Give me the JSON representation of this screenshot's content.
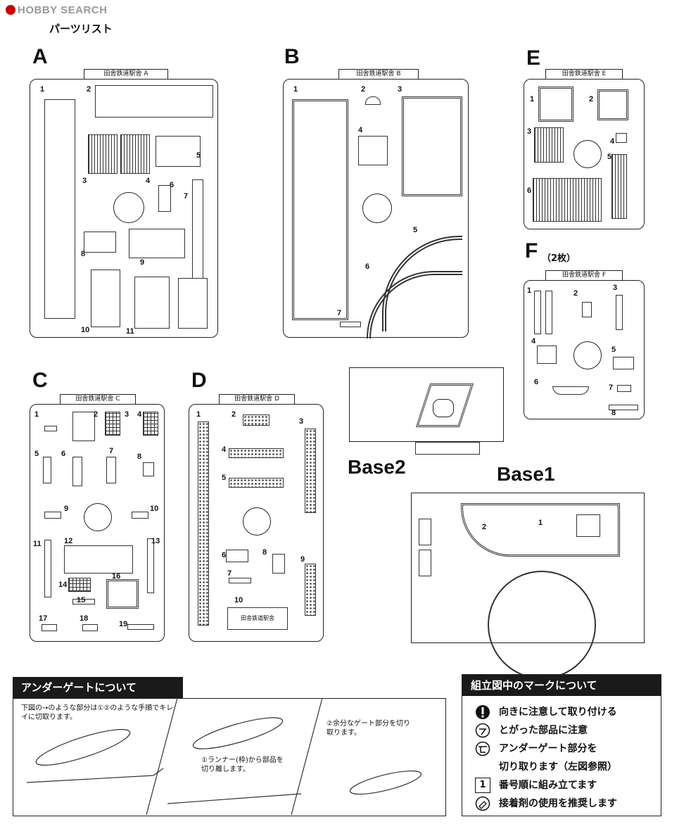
{
  "header": {
    "logo_text": "HOBBY SEARCH",
    "page_title": "パーツリスト"
  },
  "sprues": {
    "A": {
      "letter": "A",
      "tag": "田舎鉄道駅舎 A",
      "numbers": [
        "1",
        "2",
        "3",
        "4",
        "5",
        "6",
        "7",
        "8",
        "9",
        "10",
        "11"
      ]
    },
    "B": {
      "letter": "B",
      "tag": "田舎鉄道駅舎 B",
      "numbers": [
        "1",
        "2",
        "3",
        "4",
        "5",
        "6",
        "7"
      ]
    },
    "C": {
      "letter": "C",
      "tag": "田舎鉄道駅舎 C",
      "numbers": [
        "1",
        "2",
        "3",
        "4",
        "5",
        "6",
        "7",
        "8",
        "9",
        "10",
        "11",
        "12",
        "13",
        "14",
        "15",
        "16",
        "17",
        "18",
        "19"
      ]
    },
    "D": {
      "letter": "D",
      "tag": "田舎鉄道駅舎 D",
      "numbers": [
        "1",
        "2",
        "3",
        "4",
        "5",
        "6",
        "7",
        "8",
        "9",
        "10"
      ],
      "sign_text": "田舎鉄道駅舎"
    },
    "E": {
      "letter": "E",
      "tag": "田舎鉄道駅舎 E",
      "numbers": [
        "1",
        "2",
        "3",
        "4",
        "5",
        "6"
      ]
    },
    "F": {
      "letter": "F",
      "qty": "（2枚）",
      "tag": "田舎鉄道駅舎 F",
      "numbers": [
        "1",
        "2",
        "3",
        "4",
        "5",
        "6",
        "7",
        "8"
      ]
    }
  },
  "bases": {
    "base1": {
      "label": "Base1",
      "numbers": [
        "1",
        "2"
      ]
    },
    "base2": {
      "label": "Base2"
    }
  },
  "undergate": {
    "title": "アンダーゲートについて",
    "step0": "下図の→のような部分は①②のような手順でキレイに切取ります。",
    "step1": "①ランナー(枠)から部品を切り離します。",
    "step2": "②余分なゲート部分を切り取ります。"
  },
  "legend": {
    "title": "組立図中のマークについて",
    "items": [
      {
        "icon": "exclamation-icon",
        "text": "向きに注意して取り付ける"
      },
      {
        "icon": "sharp-part-icon",
        "text": "とがった部品に注意"
      },
      {
        "icon": "undergate-icon",
        "text": "アンダーゲート部分を"
      },
      {
        "icon": "",
        "text": "切り取ります（左図参照）"
      },
      {
        "icon": "number-box-icon",
        "text": "番号順に組み立てます",
        "box": "1"
      },
      {
        "icon": "glue-icon",
        "text": "接着剤の使用を推奨します"
      }
    ]
  }
}
